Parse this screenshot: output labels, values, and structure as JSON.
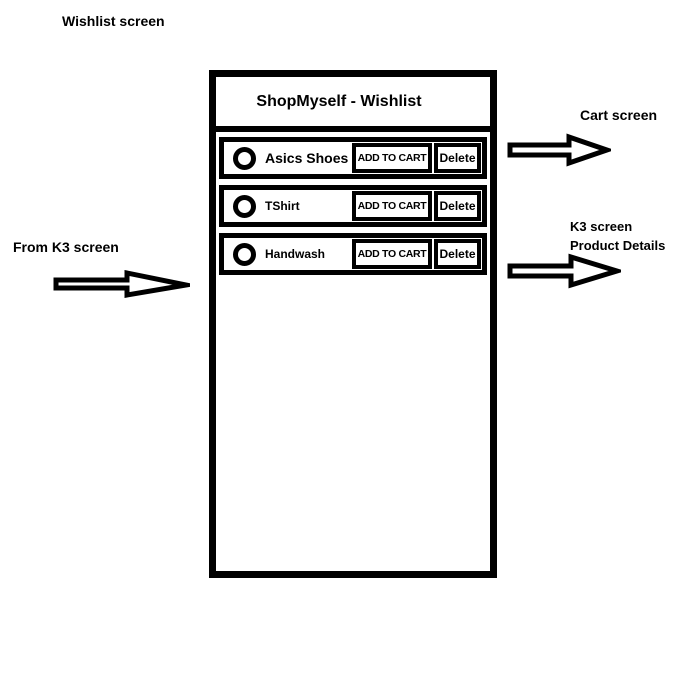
{
  "colors": {
    "ink": "#000000",
    "paper": "#ffffff"
  },
  "annotations": {
    "wishlist": "Wishlist screen",
    "cart": "Cart screen",
    "k3_line1": "K3 screen",
    "k3_line2": "Product Details",
    "from_k3": "From K3 screen"
  },
  "phone": {
    "title": "ShopMyself - Wishlist",
    "rows": [
      {
        "name": "Asics Shoes",
        "add": "ADD TO CART",
        "del": "Delete"
      },
      {
        "name": "TShirt",
        "add": "ADD TO CART",
        "del": "Delete"
      },
      {
        "name": "Handwash",
        "add": "ADD TO CART",
        "del": "Delete"
      }
    ]
  }
}
